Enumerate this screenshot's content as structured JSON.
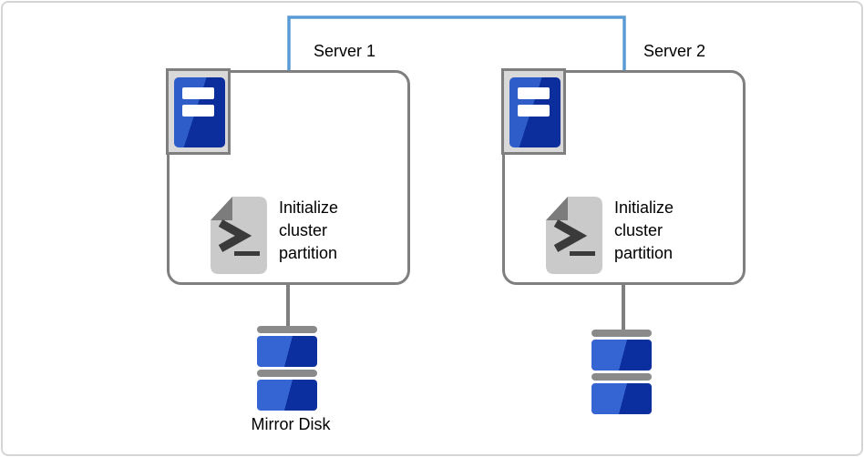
{
  "diagram": {
    "type": "cluster-configuration-diagram",
    "servers": [
      {
        "label": "Server 1",
        "script_text": "Initialize\ncluster\npartition"
      },
      {
        "label": "Server 2",
        "script_text": "Initialize\ncluster\npartition"
      }
    ],
    "mirror_disk_label": "Mirror Disk",
    "icons": {
      "server": "server-tower-icon",
      "script": "terminal-script-icon",
      "disk": "mirror-disk-icon"
    },
    "colors": {
      "connector_blue": "#5B9BD5",
      "border_gray": "#7F7F7F",
      "server_icon_blue_light": "#2E5CC9",
      "server_icon_blue_dark": "#0C2D9C",
      "disk_blue_light": "#3565D2",
      "disk_blue_dark": "#0C2F9F",
      "document_gray": "#CACACA",
      "fold_gray": "#7C7C7C",
      "glyph_dark": "#3A3A3A",
      "plate_gray": "#D9D9D9",
      "frame_gray": "#D5D5D5"
    }
  }
}
